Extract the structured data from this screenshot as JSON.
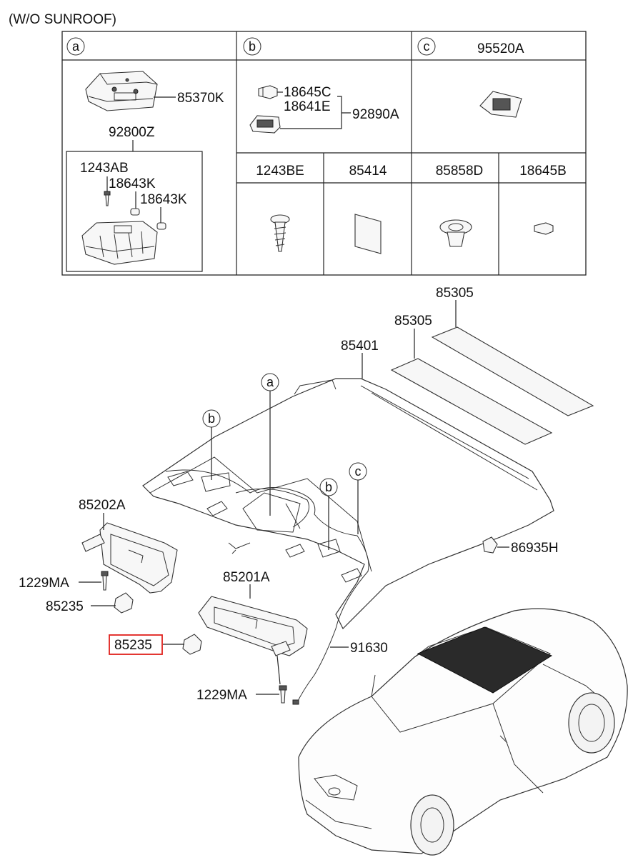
{
  "title": "(W/O SUNROOF)",
  "table": {
    "cell_a": {
      "letter": "a",
      "part_top": "85370K",
      "part_mid": "92800Z",
      "inner_parts": [
        "1243AB",
        "18643K",
        "18643K"
      ]
    },
    "cell_b": {
      "letter": "b",
      "parts": [
        "18645C",
        "18641E"
      ],
      "group_part": "92890A"
    },
    "cell_c": {
      "letter": "c",
      "part": "95520A"
    },
    "bottom_headers": [
      "1243BE",
      "85414",
      "85858D",
      "18645B"
    ]
  },
  "main": {
    "labels": {
      "p85305_top": "85305",
      "p85305_mid": "85305",
      "p85401": "85401",
      "p85202A": "85202A",
      "p1229MA_left": "1229MA",
      "p85235_upper": "85235",
      "p85201A": "85201A",
      "p85235_highlight": "85235",
      "p1229MA_bottom": "1229MA",
      "p91630": "91630",
      "p86935H": "86935H"
    },
    "callouts": {
      "a": "a",
      "b1": "b",
      "b2": "b",
      "c": "c"
    },
    "highlight_color": "#e0201c"
  }
}
